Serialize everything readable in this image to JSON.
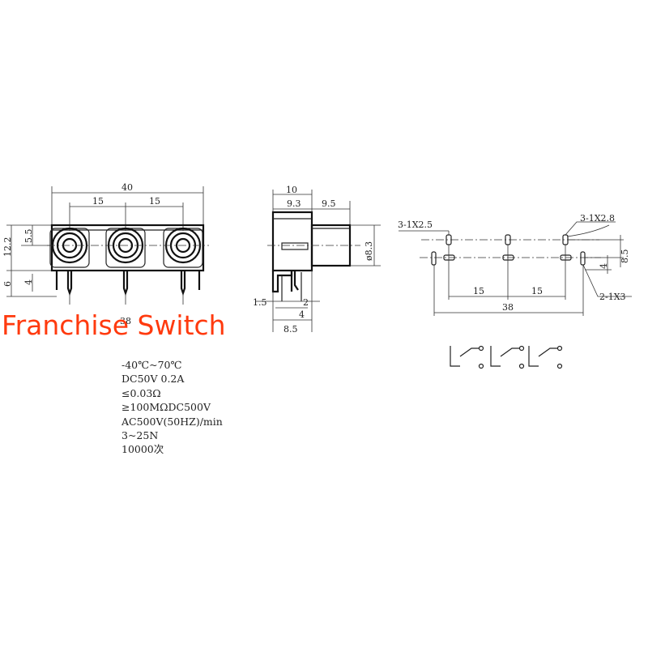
{
  "watermark": "Franchise Switch",
  "front_view": {
    "dims": {
      "total_width": "40",
      "spacing_left": "15",
      "spacing_right": "15",
      "height_total": "12.2",
      "jack_center": "5.5",
      "pin_length_total": "6",
      "pin_length": "4",
      "bottom_partial": "38"
    }
  },
  "side_view": {
    "dims": {
      "depth_total": "10",
      "body_part": "9.3",
      "jack_part": "9.5",
      "jack_diameter": "ø8.3",
      "pin_offset": "1.5",
      "pin_width": "2",
      "pin_length": "4",
      "base_depth": "8.5"
    }
  },
  "pcb_layout": {
    "dims": {
      "slot_top": "3-1X2.5",
      "slot_top_right": "3-1X2.8",
      "slot_bottom_right": "2-1X3",
      "row_spacing": "8.5",
      "row_offset": "4",
      "spacing_left": "15",
      "spacing_right": "15",
      "total_width": "38"
    }
  },
  "specs": [
    "-40℃~70℃",
    "DC50V 0.2A",
    "≤0.03Ω",
    "≥100MΩDC500V",
    "AC500V(50HZ)/min",
    "3~25N",
    "10000次"
  ],
  "colors": {
    "watermark": "#ff3a0e",
    "line": "#222222",
    "background": "#ffffff"
  }
}
